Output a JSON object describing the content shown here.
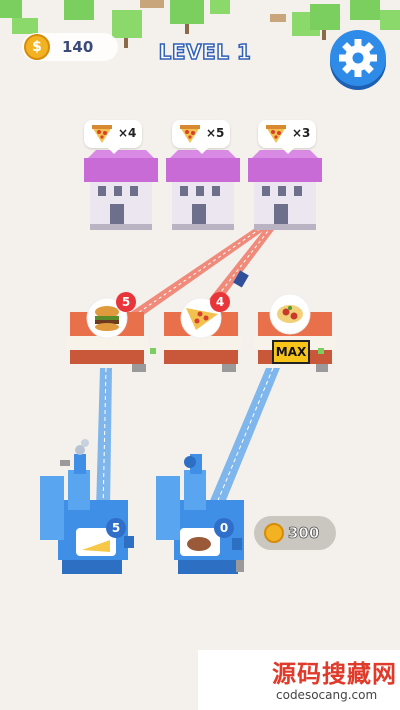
{
  "hud": {
    "coin_symbol": "$",
    "coins": "140",
    "level_title": "LEVEL 1",
    "settings_icon": "gear-icon"
  },
  "houses": [
    {
      "order_item": "pizza",
      "order_count": "×4"
    },
    {
      "order_item": "pizza",
      "order_count": "×5"
    },
    {
      "order_item": "pizza",
      "order_count": "×3"
    }
  ],
  "restaurants": [
    {
      "dish": "burger",
      "badge": "5"
    },
    {
      "dish": "pizza",
      "badge": "4"
    },
    {
      "dish": "spaghetti",
      "status": "MAX"
    }
  ],
  "factories": [
    {
      "product": "cheese",
      "badge": "5"
    },
    {
      "product": "meat",
      "badge": "0"
    }
  ],
  "build_slot": {
    "price": "300"
  },
  "footer": {
    "title": "源码搜藏网",
    "url": "codesocang.com"
  },
  "colors": {
    "accent_blue": "#2f8be8",
    "road_red": "#f08070",
    "road_blue": "#7fb6ec",
    "badge_red": "#e8353a",
    "badge_blue": "#2f6fc9"
  }
}
